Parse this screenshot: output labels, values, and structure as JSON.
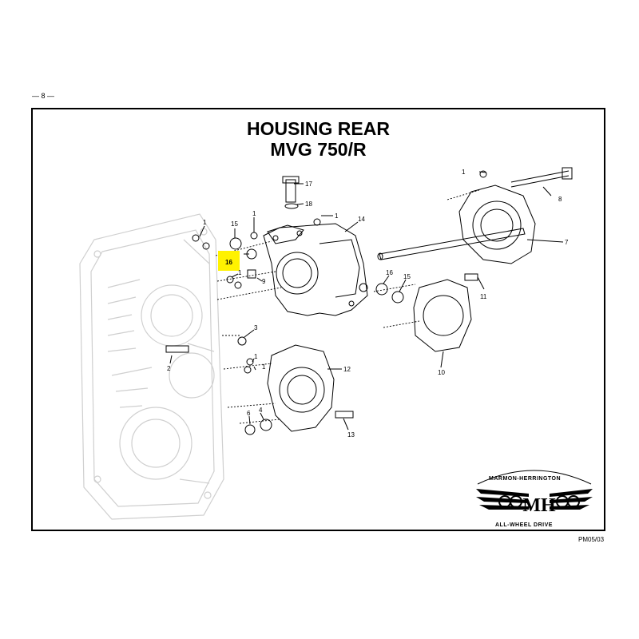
{
  "page": {
    "number": "— 8 —",
    "doc_code": "PM05/03"
  },
  "title": {
    "line1": "HOUSING REAR",
    "line2": "MVG 750/R"
  },
  "highlight": {
    "label": "16",
    "color": "#fff200"
  },
  "callouts": [
    {
      "id": "c17",
      "text": "17"
    },
    {
      "id": "c18",
      "text": "18"
    },
    {
      "id": "c1a",
      "text": "1"
    },
    {
      "id": "c1b",
      "text": "1"
    },
    {
      "id": "c15a",
      "text": "15"
    },
    {
      "id": "c1c",
      "text": "1"
    },
    {
      "id": "c14",
      "text": "14"
    },
    {
      "id": "c1d",
      "text": "1"
    },
    {
      "id": "c8",
      "text": "8"
    },
    {
      "id": "c7",
      "text": "7"
    },
    {
      "id": "c1e",
      "text": "1"
    },
    {
      "id": "c9",
      "text": "9"
    },
    {
      "id": "c16b",
      "text": "16"
    },
    {
      "id": "c15b",
      "text": "15"
    },
    {
      "id": "c11",
      "text": "11"
    },
    {
      "id": "c3",
      "text": "3"
    },
    {
      "id": "c2",
      "text": "2"
    },
    {
      "id": "c1f",
      "text": "1"
    },
    {
      "id": "c1g",
      "text": "1"
    },
    {
      "id": "c12",
      "text": "12"
    },
    {
      "id": "c10",
      "text": "10"
    },
    {
      "id": "c6",
      "text": "6"
    },
    {
      "id": "c4",
      "text": "4"
    },
    {
      "id": "c13",
      "text": "13"
    }
  ],
  "logo": {
    "top_text": "MARMON-HERRINGTON",
    "bottom_text": "ALL-WHEEL DRIVE",
    "mark": "MH"
  }
}
